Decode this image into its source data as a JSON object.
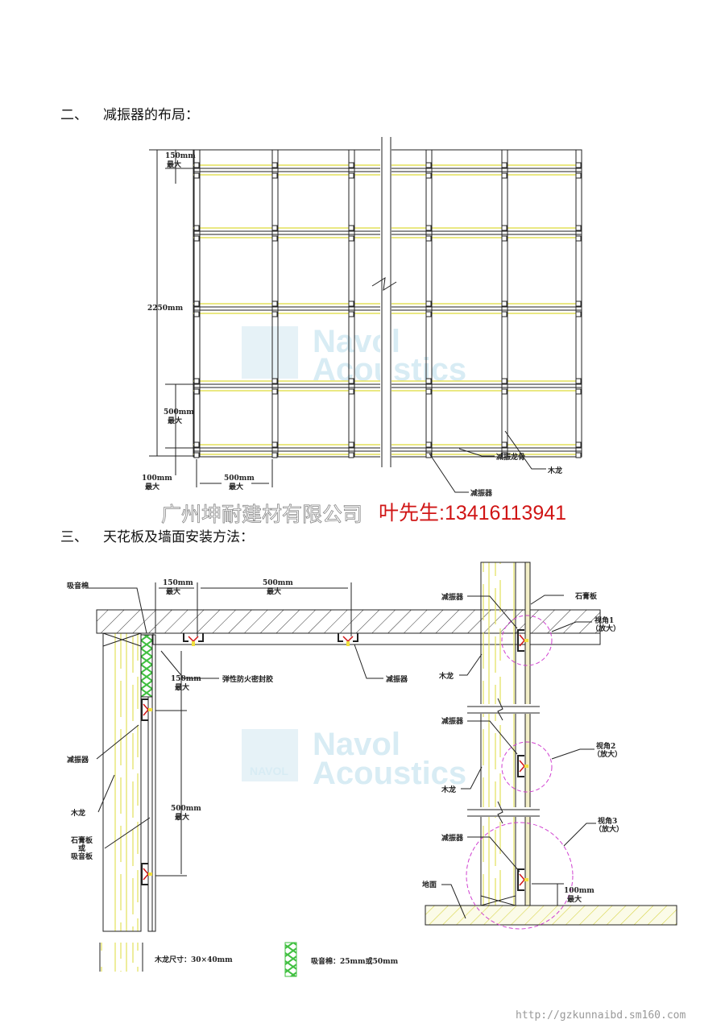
{
  "section2": {
    "number": "二、",
    "title": "减振器的布局："
  },
  "section3": {
    "number": "三、",
    "title": "天花板及墙面安装方法："
  },
  "layout": {
    "dim_top": {
      "value": "150mm",
      "note": "最大"
    },
    "dim_height": "2250mm",
    "dim_spacing_v": {
      "value": "500mm",
      "note": "最大"
    },
    "dim_bottom": {
      "value": "100mm",
      "note": "最大"
    },
    "dim_spacing_h": {
      "value": "500mm",
      "note": "最大"
    },
    "label_stud": "木龙",
    "label_channel": "减振龙骨",
    "label_clip": "减振器"
  },
  "watermark": {
    "line1": "Navol",
    "line2": "Acoustics",
    "badge": "NAVOL"
  },
  "company": "广州坤耐建材有限公司",
  "contact": "叶先生:13416113941",
  "ceiling": {
    "label_absorb": "吸音棉",
    "dim_edge": {
      "value": "150mm",
      "note": "最大"
    },
    "dim_span": {
      "value": "500mm",
      "note": "最大"
    },
    "dim_wall_top": {
      "value": "150mm",
      "note": "最大"
    },
    "dim_wall_span": {
      "value": "500mm",
      "note": "最大"
    },
    "label_sealant": "弹性防火密封胶",
    "label_clip_ceiling": "减振器",
    "label_clip_wall": "减振器",
    "label_stud": "木龙",
    "label_board": [
      "石膏板",
      "或",
      "吸音板"
    ]
  },
  "wall": {
    "label_clip1": "减振器",
    "label_board": "石膏板",
    "view1": [
      "视角1",
      "（放大）"
    ],
    "label_stud1": "木龙",
    "label_clip2": "减振器",
    "view2": [
      "视角2",
      "（放大）"
    ],
    "label_stud2": "木龙",
    "view3": [
      "视角3",
      "（放大）"
    ],
    "label_clip3": "减振器",
    "label_floor": "地面",
    "dim_floor": {
      "value": "100mm",
      "note": "最大"
    }
  },
  "legend": {
    "stud": "木龙尺寸：30×40mm",
    "absorb": "吸音棉：25mm或50mm"
  },
  "footer_url": "http://gzkunnaibd.sm160.com",
  "colors": {
    "accent_red": "#d01515",
    "wood_yellow": "#e3e15a",
    "absorb_green": "#3fbf3f",
    "view_circle": "#d040d0",
    "watermark": "#d8ecf4"
  }
}
